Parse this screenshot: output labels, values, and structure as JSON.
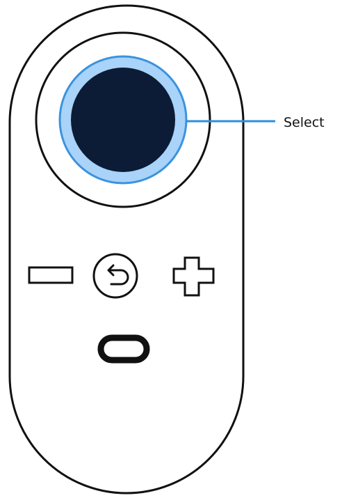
{
  "callout": {
    "label": "Select",
    "line_color": "#2b8fde"
  },
  "remote": {
    "body_outline": "#111111",
    "select_button_fill": "#0c1c36",
    "select_glow": "#a9d3f8",
    "select_ring": "#3a93df"
  },
  "buttons": [
    {
      "name": "select-button",
      "icon": "circle"
    },
    {
      "name": "volume-down-button",
      "icon": "minus-icon"
    },
    {
      "name": "back-button",
      "icon": "back-arrow-icon"
    },
    {
      "name": "volume-up-button",
      "icon": "plus-icon"
    },
    {
      "name": "home-button",
      "icon": "pill-icon"
    }
  ]
}
